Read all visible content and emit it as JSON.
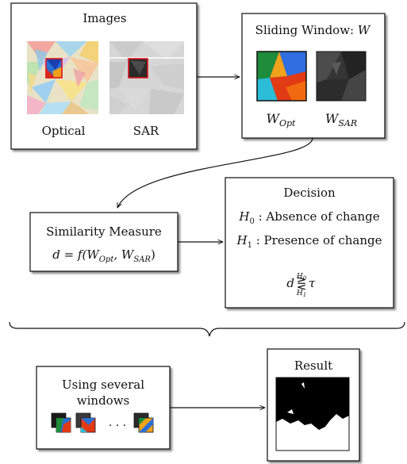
{
  "images_box": {
    "title": "Images",
    "optical_label": "Optical",
    "sar_label": "SAR"
  },
  "window_box": {
    "title": "Sliding Window: ",
    "title_symbol": "W",
    "w_opt": "W",
    "w_opt_sub": "Opt",
    "w_sar": "W",
    "w_sar_sub": "SAR"
  },
  "similarity_box": {
    "title": "Similarity Measure",
    "formula_lhs": "d = f(W",
    "opt_sub": "Opt",
    "formula_mid": ", W",
    "sar_sub": "SAR",
    "formula_rhs": ")"
  },
  "decision_box": {
    "title": "Decision",
    "h0": "H",
    "h0_sub": "0",
    "h0_text": " : Absence of change",
    "h1": "H",
    "h1_sub": "1",
    "h1_text": " : Presence of change",
    "rule_d": "d",
    "rule_top": "H",
    "rule_top_sub": "0",
    "rule_symbol": "⋛",
    "rule_bottom": "H",
    "rule_bottom_sub": "1",
    "rule_tau": "τ"
  },
  "windows_box": {
    "line1": "Using several",
    "line2": "windows",
    "ellipsis": "· · ·"
  },
  "result_box": {
    "title": "Result"
  },
  "colors": {
    "border": "#111111",
    "red": "#e0131a",
    "sar_gray": "#d4d4d4"
  }
}
